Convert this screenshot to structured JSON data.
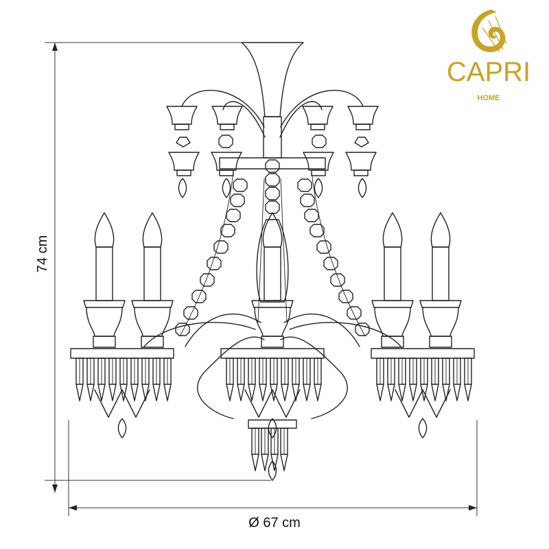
{
  "drawing": {
    "height_label": "74 cm",
    "diameter_label": "Ø 67 cm"
  },
  "brand": {
    "name": "CAPRI",
    "sub": "HOME",
    "accent_color": "#c9a227"
  },
  "colors": {
    "line": "#222222",
    "background": "#ffffff"
  }
}
